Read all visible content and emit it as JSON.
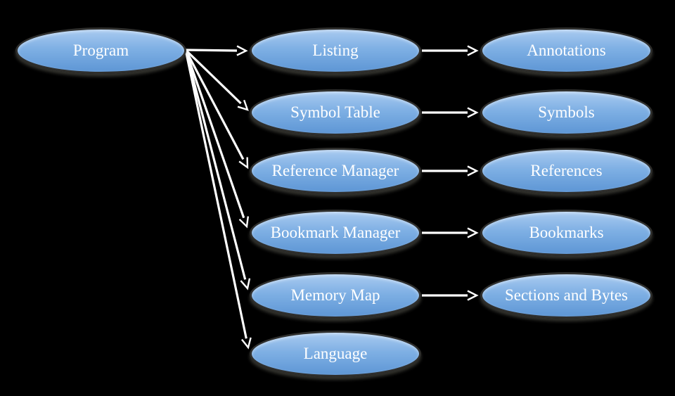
{
  "diagram": {
    "root": {
      "label": "Program"
    },
    "rows": [
      {
        "component": "Listing",
        "item": "Annotations"
      },
      {
        "component": "Symbol Table",
        "item": "Symbols"
      },
      {
        "component": "Reference Manager",
        "item": "References"
      },
      {
        "component": "Bookmark Manager",
        "item": "Bookmarks"
      },
      {
        "component": "Memory Map",
        "item": "Sections and Bytes"
      },
      {
        "component": "Language",
        "item": ""
      }
    ],
    "colors": {
      "background": "#000000",
      "node_fill_top": "#a9cbf0",
      "node_fill_bottom": "#5e96d5",
      "node_border": "#2f2f2d",
      "node_text": "#ffffff",
      "arrow": "#ffffff"
    }
  }
}
